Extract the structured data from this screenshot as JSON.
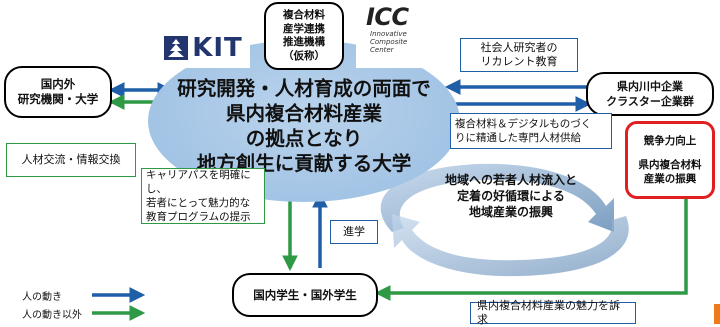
{
  "center": {
    "lines": [
      "研究開発・人材育成の両面で",
      "県内複合材料産業",
      "の拠点となり",
      "地方創生に貢献する大学"
    ]
  },
  "logos": {
    "kit": "KIT",
    "org": [
      "複合材料",
      "産学連携",
      "推進機構",
      "（仮称）"
    ],
    "icc_main": "ICC",
    "icc_sub": [
      "Innovative",
      "Composite",
      "Center"
    ]
  },
  "nodes": {
    "left_org": [
      "国内外",
      "研究機関・大学"
    ],
    "right_org": [
      "県内川中企業",
      "クラスター企業群"
    ],
    "students": "国内学生・国外学生",
    "competitive": {
      "title": "競争力向上",
      "lines": [
        "県内複合材料",
        "産業の振興"
      ]
    }
  },
  "notes": {
    "recurrent": [
      "社会人研究者の",
      "リカレント教育"
    ],
    "supply": [
      "複合材料＆デジタルものづく",
      "りに精通した専門人材供給"
    ],
    "exchange": "人材交流・情報交換",
    "career": [
      "キャリアパスを明確にし、",
      "若者にとって魅力的な",
      "教育プログラムの提示"
    ],
    "progress": "進学",
    "appeal": "県内複合材料産業の魅力を訴求"
  },
  "cycle": [
    "地域への若者人材流入と",
    "定着の好循環による",
    "地域産業の振興"
  ],
  "legend": {
    "people": "人の動き",
    "other": "人の動き以外"
  },
  "colors": {
    "people_arrow": "#1f5fa8",
    "other_arrow": "#2e9a45",
    "ellipse": "#a6c6e6",
    "highlight_border": "#e02020"
  }
}
